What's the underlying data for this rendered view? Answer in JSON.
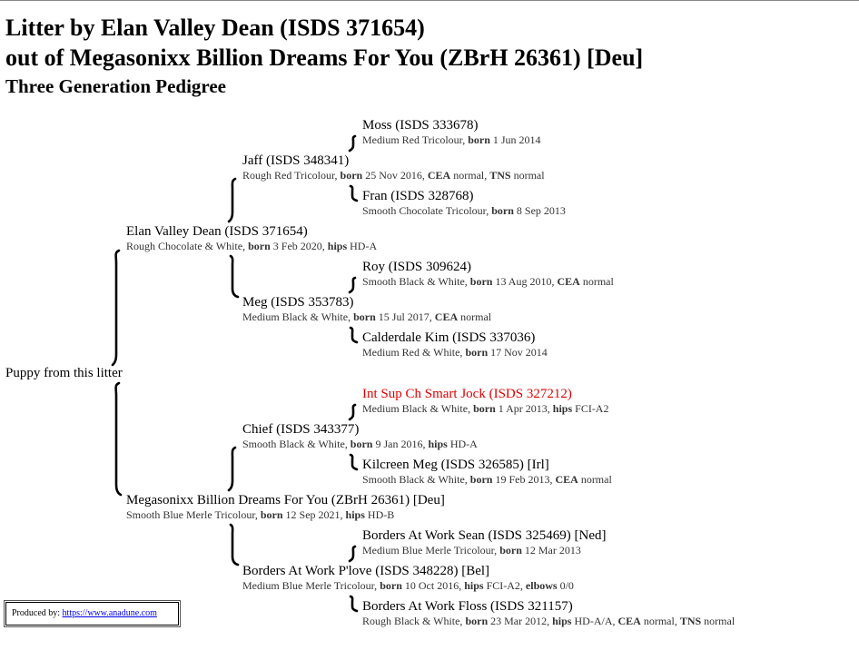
{
  "title_line1": "Litter by Elan Valley Dean (ISDS 371654)",
  "title_line2": "out of Megasonixx Billion Dreams For You (ZBrH 26361) [Deu]",
  "subtitle": "Three Generation Pedigree",
  "puppy": "Puppy from this litter",
  "sire": {
    "name": "Elan Valley Dean (ISDS 371654)",
    "coat": "Rough Chocolate & White, ",
    "born_label": "born",
    "born": " 3 Feb 2020, ",
    "hips_label": "hips",
    "hips": " HD-A"
  },
  "dam": {
    "name": "Megasonixx Billion Dreams For You (ZBrH 26361) [Deu]",
    "coat": "Smooth Blue Merle Tricolour, ",
    "born_label": "born",
    "born": " 12 Sep 2021, ",
    "hips_label": "hips",
    "hips": " HD-B"
  },
  "jaff": {
    "name": "Jaff (ISDS 348341)",
    "coat": "Rough Red Tricolour, ",
    "born_label": "born",
    "born": " 25 Nov 2016, ",
    "cea_label": "CEA",
    "cea": " normal, ",
    "tns_label": "TNS",
    "tns": " normal"
  },
  "meg": {
    "name": "Meg (ISDS 353783)",
    "coat": "Medium Black & White, ",
    "born_label": "born",
    "born": " 15 Jul 2017, ",
    "cea_label": "CEA",
    "cea": " normal"
  },
  "chief": {
    "name": "Chief (ISDS 343377)",
    "coat": "Smooth Black & White, ",
    "born_label": "born",
    "born": " 9 Jan 2016, ",
    "hips_label": "hips",
    "hips": " HD-A"
  },
  "plove": {
    "name": "Borders At Work P'love (ISDS 348228) [Bel]",
    "coat": "Medium Blue Merle Tricolour, ",
    "born_label": "born",
    "born": " 10 Oct 2016, ",
    "hips_label": "hips",
    "hips": " FCI-A2, ",
    "elbows_label": "elbows",
    "elbows": " 0/0"
  },
  "moss": {
    "name": "Moss (ISDS 333678)",
    "coat": "Medium Red Tricolour, ",
    "born_label": "born",
    "born": " 1 Jun 2014"
  },
  "fran": {
    "name": "Fran (ISDS 328768)",
    "coat": "Smooth Chocolate Tricolour, ",
    "born_label": "born",
    "born": " 8 Sep 2013"
  },
  "roy": {
    "name": "Roy (ISDS 309624)",
    "coat": "Smooth Black & White, ",
    "born_label": "born",
    "born": " 13 Aug 2010, ",
    "cea_label": "CEA",
    "cea": " normal"
  },
  "kim": {
    "name": "Calderdale Kim (ISDS 337036)",
    "coat": "Medium Red & White, ",
    "born_label": "born",
    "born": " 17 Nov 2014"
  },
  "jock": {
    "name": "Int Sup Ch Smart Jock (ISDS 327212)",
    "coat": "Medium Black & White, ",
    "born_label": "born",
    "born": " 1 Apr 2013, ",
    "hips_label": "hips",
    "hips": " FCI-A2"
  },
  "kilcreen": {
    "name": "Kilcreen Meg (ISDS 326585) [Irl]",
    "coat": "Smooth Black & White, ",
    "born_label": "born",
    "born": " 19 Feb 2013, ",
    "cea_label": "CEA",
    "cea": " normal"
  },
  "sean": {
    "name": "Borders At Work Sean (ISDS 325469) [Ned]",
    "coat": "Medium Blue Merle Tricolour, ",
    "born_label": "born",
    "born": " 12 Mar 2013"
  },
  "floss": {
    "name": "Borders At Work Floss (ISDS 321157)",
    "coat": "Rough Black & White, ",
    "born_label": "born",
    "born": " 23 Mar 2012, ",
    "hips_label": "hips",
    "hips": " HD-A/A, ",
    "cea_label": "CEA",
    "cea": " normal, ",
    "tns_label": "TNS",
    "tns": " normal"
  },
  "produced_label": "Produced by: ",
  "produced_link": "https://www.anadune.com"
}
